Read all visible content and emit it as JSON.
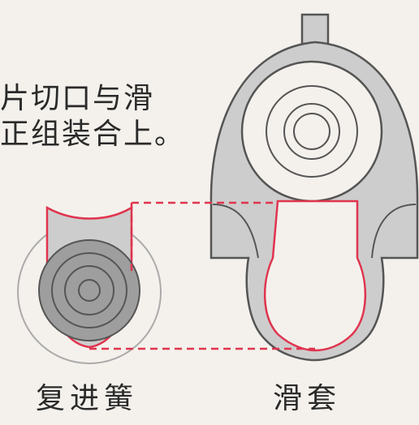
{
  "instruction": {
    "line1": "片切口与滑",
    "line2": "正组装合上。"
  },
  "labels": {
    "recoil_spring": "复进簧",
    "slide": "滑套"
  },
  "colors": {
    "background": "#f4f1ec",
    "part_fill": "#cdcdcd",
    "dark_fill": "#9e9e9e",
    "outline": "#555555",
    "highlight": "#e0344e"
  }
}
